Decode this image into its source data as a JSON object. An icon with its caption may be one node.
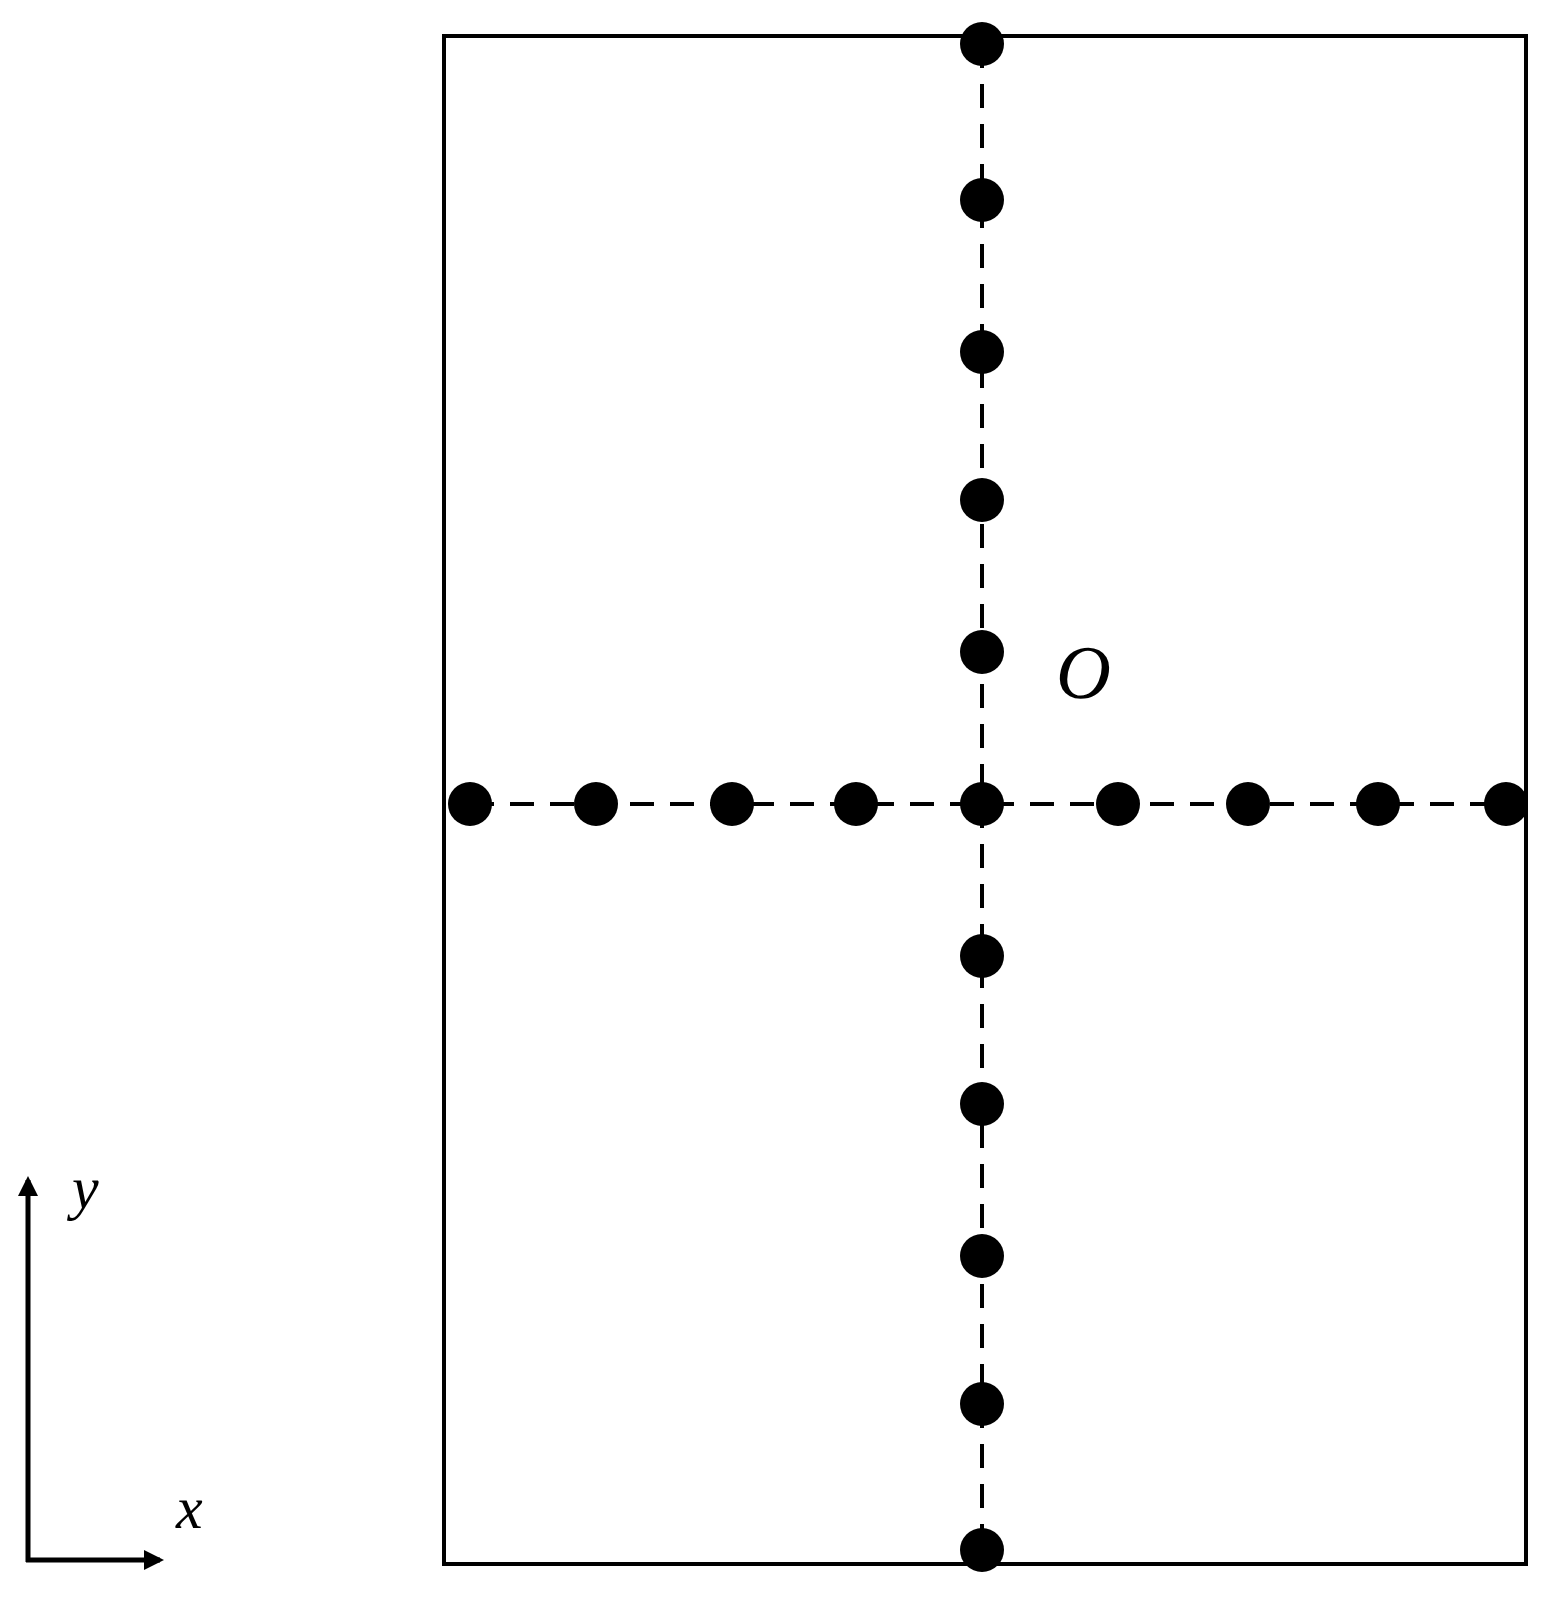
{
  "diagram": {
    "labels": [
      "O",
      "y",
      "x"
    ]
  }
}
